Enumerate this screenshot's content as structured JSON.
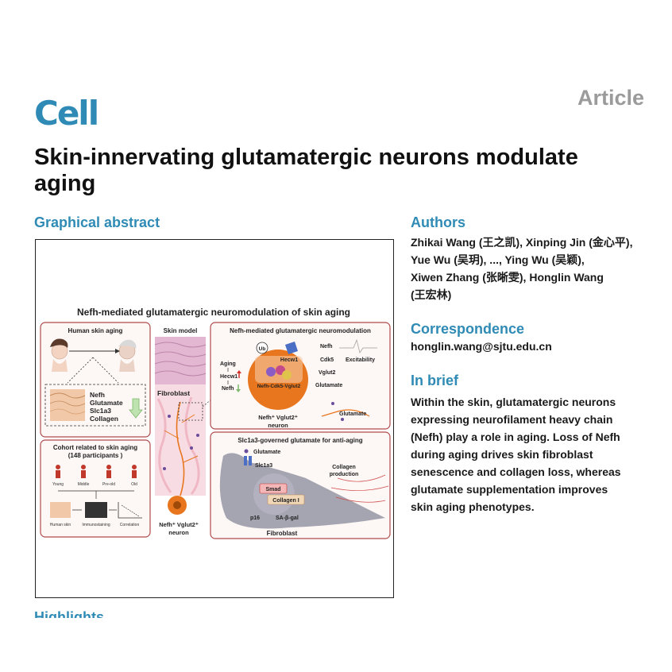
{
  "header": {
    "journal": "Cell",
    "article_type": "Article"
  },
  "title": "Skin-innervating glutamatergic neurons modulate aging",
  "graphical_abstract": {
    "heading": "Graphical abstract",
    "figure_title": "Nefh-mediated glutamatergic neuromodulation of skin aging",
    "panel_human": {
      "title": "Human skin aging",
      "markers": [
        "Nefh",
        "Glutamate",
        "Slc1a3",
        "Collagen"
      ]
    },
    "panel_cohort": {
      "title": "Cohort related to skin aging",
      "subtitle": "(148 participants )",
      "groups": [
        "Young",
        "Middle",
        "Pre-old",
        "Old"
      ],
      "steps": [
        "Human skin",
        "Immunostaining",
        "Correlation"
      ]
    },
    "panel_skin_model": {
      "title": "Skin model",
      "fibroblast": "Fibroblast",
      "neuron": "Nefh⁺ Vglut2⁺",
      "neuron_word": "neuron"
    },
    "panel_neuromod": {
      "title": "Nefh-mediated glutamatergic neuromodulation",
      "ub": "Ub",
      "hecw1": "Hecw1",
      "complex": "Nefh-Cdk5-Vglut2",
      "aging": "Aging",
      "hecw1_left": "Hecw1",
      "nefh_left": "Nefh",
      "nefh_right": "Nefh",
      "cdk5": "Cdk5",
      "vglut2": "Vglut2",
      "glutamate_right": "Glutamate",
      "excitability": "Excitability",
      "neuron": "Nefh⁺ Vglut2⁺",
      "neuron_word": "neuron",
      "glutamate_out": "Glutamate"
    },
    "panel_antiaging": {
      "title": "Slc1a3-governed glutamate for anti-aging",
      "glutamate": "Glutamate",
      "slc1a3": "Slc1a3",
      "smad": "Smad",
      "collagen": "Collagen I",
      "p16": "p16",
      "sa_gal": "SA-β-gal",
      "collagen_production": "Collagen",
      "production_word": "production",
      "fibroblast": "Fibroblast"
    }
  },
  "authors": {
    "heading": "Authors",
    "line1": "Zhikai Wang (王之凯), Xinping Jin (金心平),",
    "line2": "Yue Wu (吴玥), ..., Ying Wu (吴颖),",
    "line3": "Xiwen Zhang (张晰雯), Honglin Wang",
    "line4": "(王宏林)"
  },
  "correspondence": {
    "heading": "Correspondence",
    "email": "honglin.wang@sjtu.edu.cn"
  },
  "in_brief": {
    "heading": "In brief",
    "line1": "Within the skin, glutamatergic neurons",
    "line2": "expressing neurofilament heavy chain",
    "line3": "(Nefh) play a role in aging. Loss of Nefh",
    "line4": "during aging drives skin fibroblast",
    "line5": "senescence and collagen loss, whereas",
    "line6": "glutamate supplementation improves",
    "line7": "skin aging phenotypes."
  },
  "next_section": {
    "heading": "Highlights"
  },
  "colors": {
    "accent": "#2f8bb5",
    "muted": "#9b9b9b",
    "panel_border": "#b04a4a",
    "neuron_orange": "#e8761e"
  }
}
